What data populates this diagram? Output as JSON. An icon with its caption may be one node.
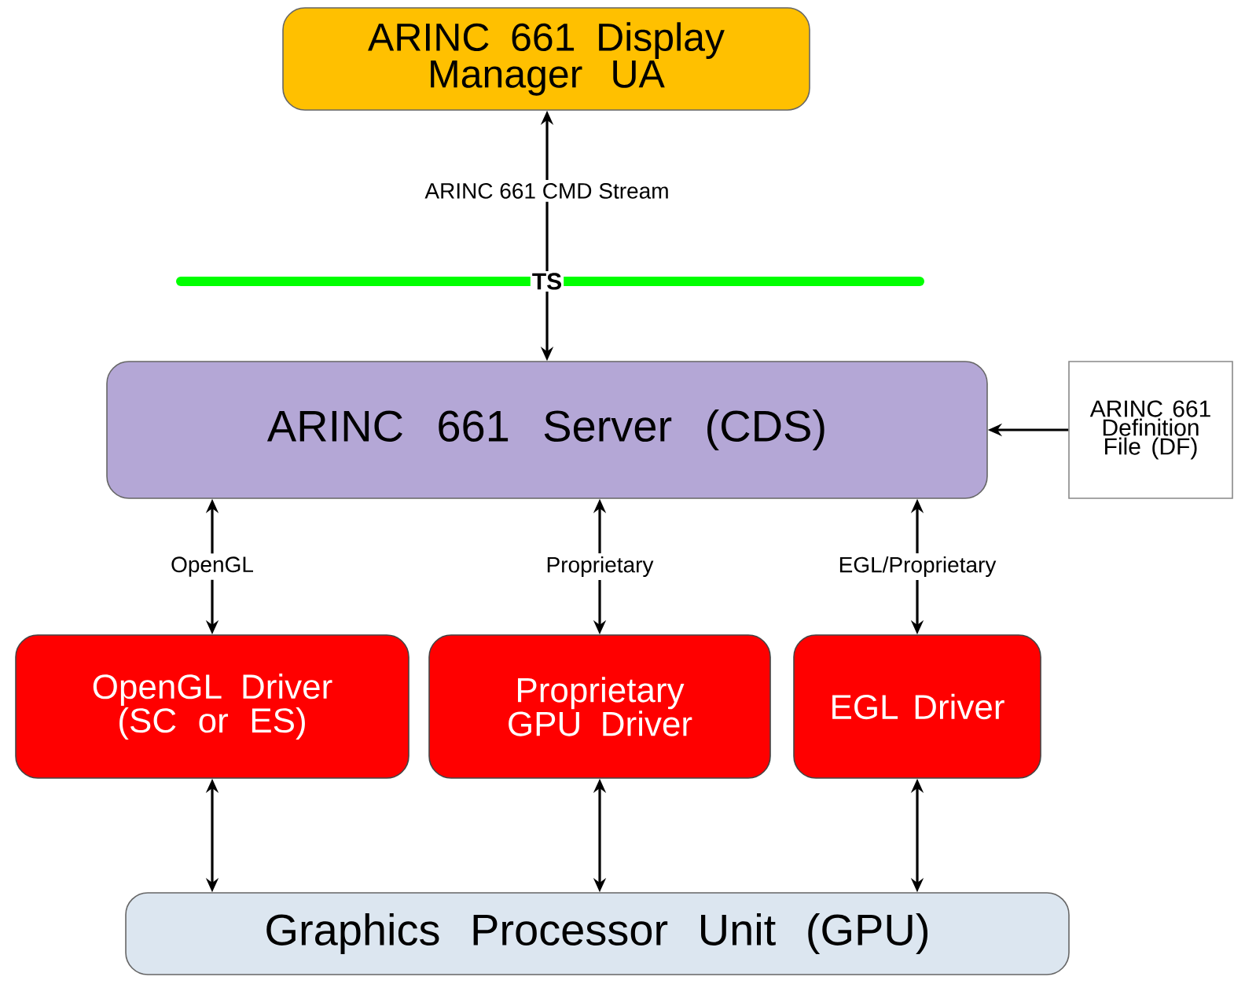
{
  "diagram": {
    "nodes": [
      {
        "text": [
          "ARINC 661 Display Manager UA"
        ]
      },
      {
        "text": [
          "TS"
        ]
      },
      {
        "text": [
          "ARINC 661 Server (CDS)"
        ]
      },
      {
        "text": [
          "ARINC 661 Definition File (DF)"
        ]
      },
      {
        "text": [
          "OpenGL Driver (SC or ES)"
        ]
      },
      {
        "text": [
          "Proprietary GPU Driver"
        ]
      },
      {
        "text": [
          "EGL Driver"
        ]
      },
      {
        "text": [
          "Graphics Processor Unit (GPU)"
        ]
      }
    ],
    "edges": [
      {
        "from": 1,
        "to": 0,
        "arrow": "to",
        "label": "ARINC 661 CMD Stream"
      },
      {
        "from": 1,
        "to": 2,
        "arrow": "to"
      },
      {
        "from": 3,
        "to": 2,
        "arrow": "to"
      },
      {
        "from": 2,
        "to": 4,
        "arrow": "both",
        "label": "OpenGL"
      },
      {
        "from": 2,
        "to": 5,
        "arrow": "both",
        "label": "Proprietary"
      },
      {
        "from": 2,
        "to": 6,
        "arrow": "both",
        "label": "EGL/Proprietary"
      },
      {
        "from": 4,
        "to": 7,
        "arrow": "both"
      },
      {
        "from": 5,
        "to": 7,
        "arrow": "both"
      },
      {
        "from": 6,
        "to": 7,
        "arrow": "both"
      }
    ]
  }
}
